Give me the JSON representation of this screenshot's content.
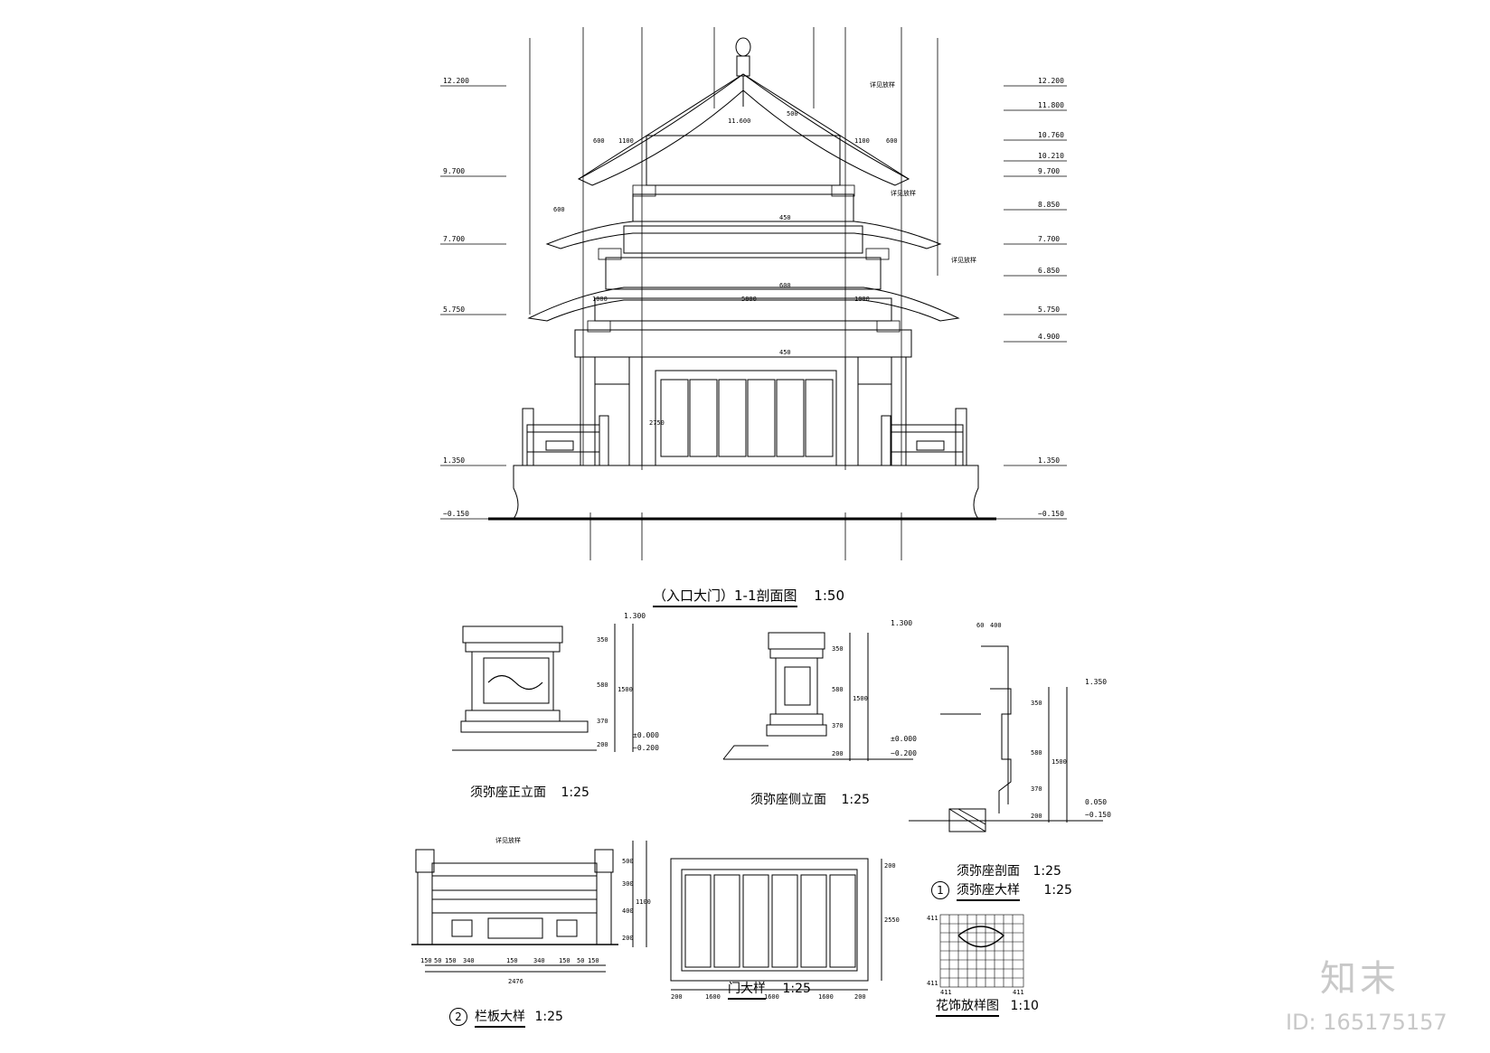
{
  "section": {
    "title": "（入口大门）1-1剖面图",
    "scale": "1:50",
    "levels_left": [
      "12.200",
      "9.700",
      "7.700",
      "5.750",
      "1.350",
      "−0.150"
    ],
    "levels_right": [
      "12.200",
      "11.800",
      "10.760",
      "10.210",
      "9.700",
      "8.850",
      "7.700",
      "6.850",
      "5.750",
      "4.900",
      "1.350",
      "−0.150"
    ],
    "dims": [
      "11.600",
      "600",
      "1100",
      "600",
      "1100",
      "600",
      "1000",
      "5800",
      "1000",
      "450",
      "600",
      "2750",
      "450",
      "500"
    ],
    "notes": [
      "详见放样",
      "详见放样",
      "详见放样"
    ]
  },
  "details": {
    "sumeru_front": {
      "title": "须弥座正立面",
      "scale": "1:25",
      "levels": [
        "1.300",
        "±0.000",
        "−0.200"
      ],
      "dims": [
        "350",
        "580",
        "1500",
        "370",
        "200"
      ]
    },
    "sumeru_side": {
      "title": "须弥座侧立面",
      "scale": "1:25",
      "levels": [
        "1.300",
        "±0.000",
        "−0.200"
      ],
      "dims": [
        "350",
        "580",
        "1500",
        "370",
        "200"
      ]
    },
    "sumeru_section": {
      "title": "须弥座剖面",
      "scale": "1:25",
      "levels": [
        "1.350",
        "0.050",
        "−0.150"
      ],
      "dims": [
        "60",
        "400",
        "350",
        "580",
        "1500",
        "370",
        "200"
      ]
    },
    "sumeru_big": {
      "num": "1",
      "title": "须弥座大样",
      "scale": "1:25"
    },
    "railing": {
      "num": "2",
      "title": "栏板大样",
      "scale": "1:25",
      "dims": [
        "150",
        "50",
        "150",
        "340",
        "150",
        "340",
        "150",
        "50",
        "150",
        "2476",
        "500",
        "300",
        "400",
        "200",
        "1100"
      ],
      "note": "详见放样"
    },
    "door": {
      "title": "门大样",
      "scale": "1:25",
      "dims": [
        "200",
        "1600",
        "1600",
        "1600",
        "200",
        "200",
        "2550"
      ]
    },
    "ornament": {
      "title": "花饰放样图",
      "scale": "1:10",
      "dims": [
        "411",
        "411",
        "411",
        "411"
      ]
    }
  },
  "watermark": {
    "logo": "知末",
    "id": "ID: 165175157"
  }
}
